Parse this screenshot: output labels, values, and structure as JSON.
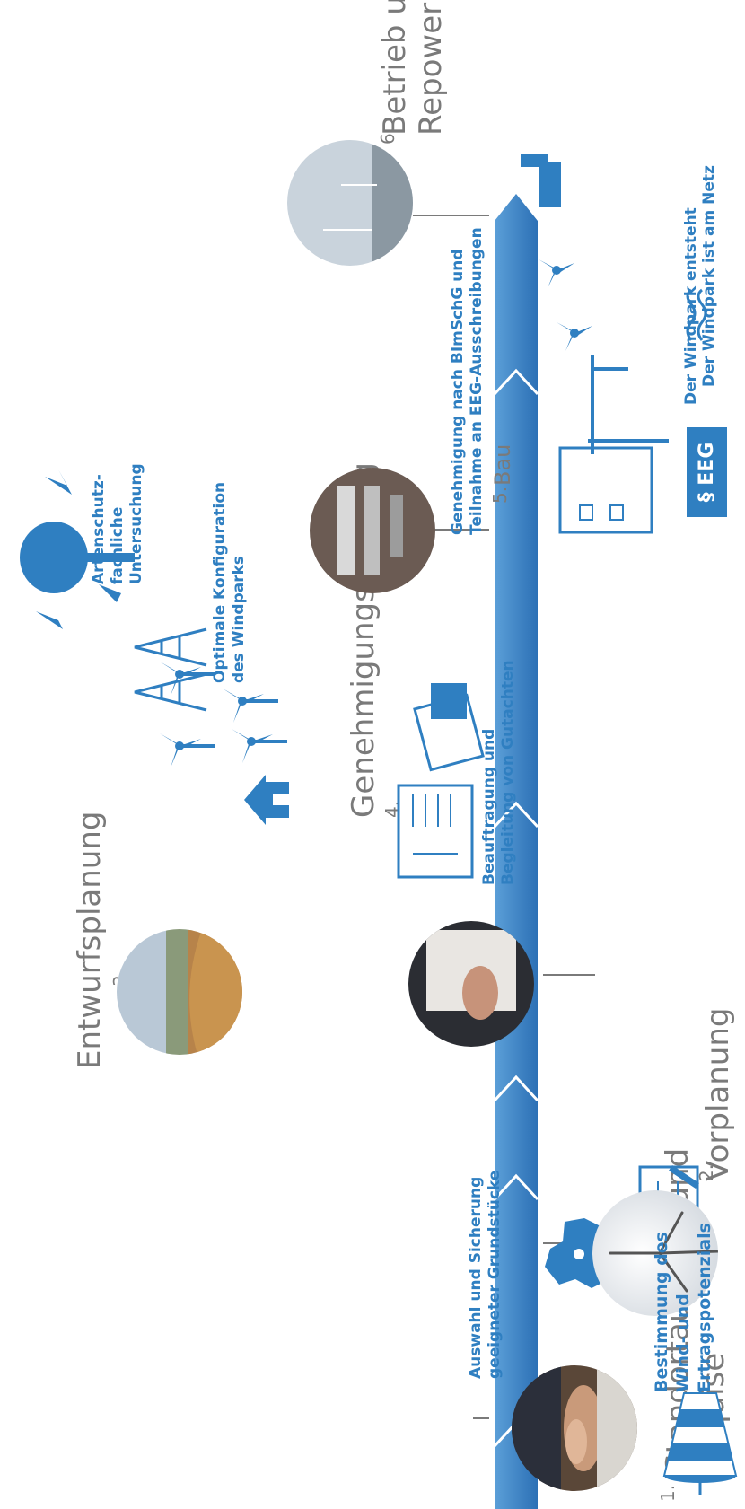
{
  "colors": {
    "accent": "#2f7fc1",
    "timeline": "#3b84c9",
    "gray_text": "#7a7a7a"
  },
  "stages": [
    {
      "number": "1.",
      "title_line1": "Standortauswahl und",
      "title_line2": "Akquise"
    },
    {
      "number": "2.",
      "title": "Vorplanung"
    },
    {
      "number": "3.",
      "title": "Entwurfsplanung"
    },
    {
      "number": "4.",
      "title": "Genehmigungsplanung"
    },
    {
      "number": "5.",
      "title": "Bau"
    },
    {
      "number": "6.",
      "title_line1": "Betrieb und",
      "title_line2": "Repowering"
    }
  ],
  "labels": {
    "grundstuecke": "Auswahl und Sicherung\ngeeigneter Grundstücke",
    "potenzial": "Bestimmung des\nWind- und\nErtragspotenzials",
    "konfiguration": "Optimale Konfiguration\ndes Windparks",
    "artenschutz": "Artenschutz-\nfachliche\nUntersuchung",
    "gutachten": "Beauftragung und\nBegleitung von Gutachten",
    "genehmigung": "Genehmigung nach BImSchG und\nTeilnahme an EEG-Ausschreibungen",
    "entsteht": "Der Windpark entsteht",
    "netz": "Der Windpark ist am Netz",
    "eeg": "§ EEG"
  },
  "icons": [
    "handshake-photo",
    "germany-map-icon",
    "document-check-icon",
    "windsock-icon",
    "wind-turbine-icon",
    "house-icon",
    "power-pylon-icon",
    "tree-birds-icon",
    "blueprint-icon",
    "paper-hand-icon",
    "eeg-document-icon",
    "crane-icon",
    "excavator-icon",
    "wave-icon"
  ]
}
